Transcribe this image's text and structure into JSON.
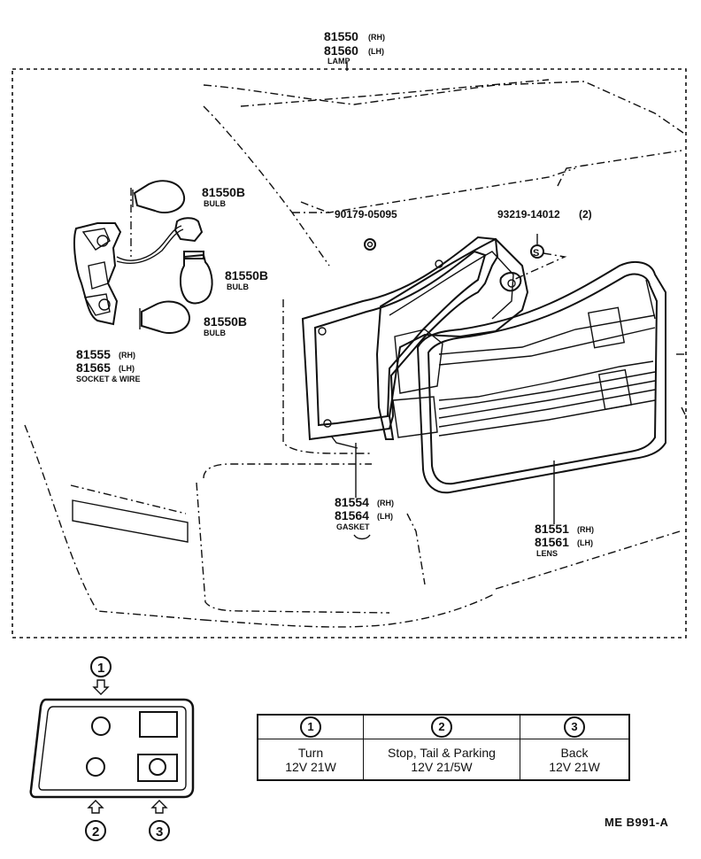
{
  "labels": {
    "lamp_rh": "81550",
    "lamp_rh_side": "(RH)",
    "lamp_lh": "81560",
    "lamp_lh_side": "(LH)",
    "lamp_name": "LAMP",
    "bulb1_pn": "81550B",
    "bulb1_name": "BULB",
    "bulb2_pn": "81550B",
    "bulb2_name": "BULB",
    "bulb3_pn": "81550B",
    "bulb3_name": "BULB",
    "socket_rh": "81555",
    "socket_rh_side": "(RH)",
    "socket_lh": "81565",
    "socket_lh_side": "(LH)",
    "socket_name": "SOCKET & WIRE",
    "nut_pn": "90179-05095",
    "screw_pn": "93219-14012",
    "screw_qty": "(2)",
    "screw_mark": "S",
    "gasket_rh": "81554",
    "gasket_rh_side": "(RH)",
    "gasket_lh": "81564",
    "gasket_lh_side": "(LH)",
    "gasket_name": "GASKET",
    "lens_rh": "81551",
    "lens_rh_side": "(RH)",
    "lens_lh": "81561",
    "lens_lh_side": "(LH)",
    "lens_name": "LENS"
  },
  "callouts": {
    "one": "1",
    "two": "2",
    "three": "3"
  },
  "legend": [
    {
      "num": "1",
      "line1": "Turn",
      "line2": "12V 21W"
    },
    {
      "num": "2",
      "line1": "Stop, Tail & Parking",
      "line2": "12V 21/5W"
    },
    {
      "num": "3",
      "line1": "Back",
      "line2": "12V 21W"
    }
  ],
  "diagram_code": "ME  B991-A"
}
